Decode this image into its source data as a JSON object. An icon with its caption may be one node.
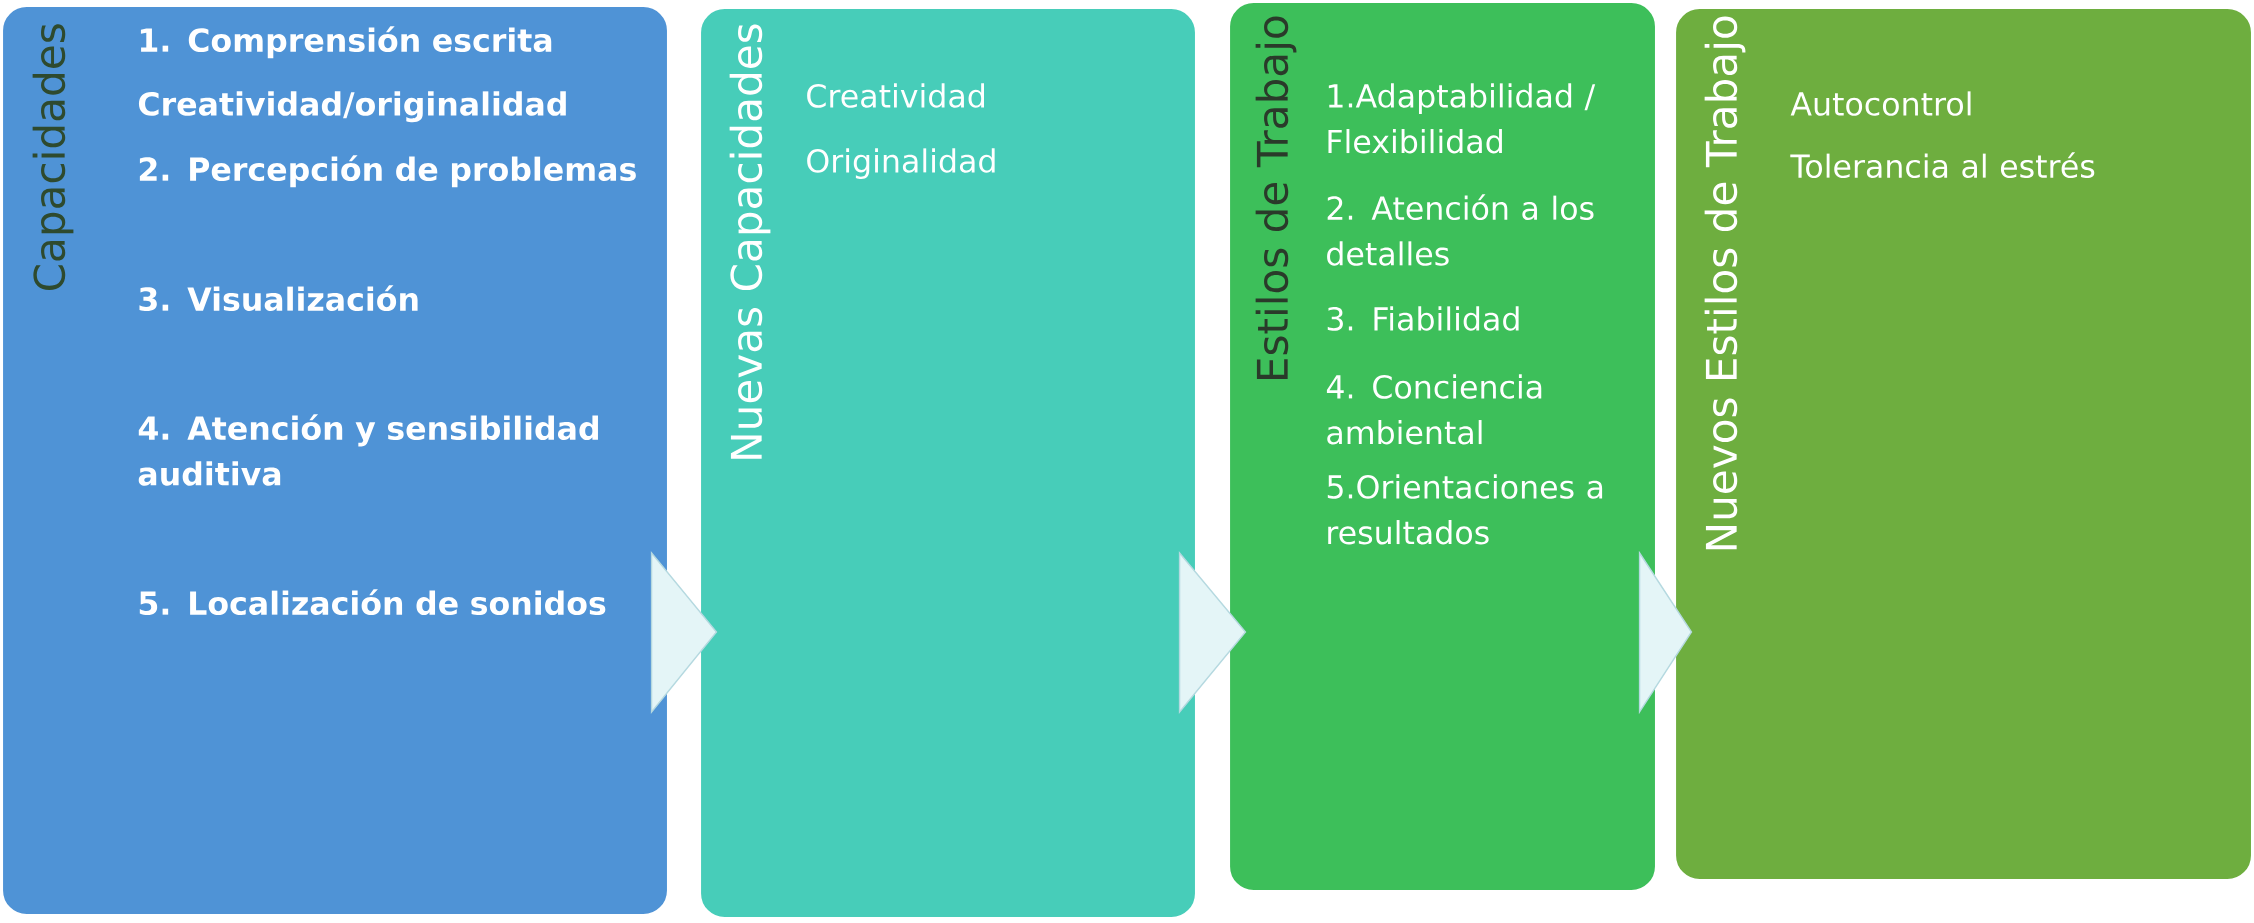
{
  "diagram": {
    "nodes": [
      {
        "text": [
          "Capacidades",
          "1. Comprensión escrita",
          "Creatividad/originalidad",
          "2. Percepción de problemas",
          "3. Visualización",
          "4. Atención y sensibilidad auditiva",
          "5. Localización de sonidos"
        ]
      },
      {
        "text": [
          "Nuevas Capacidades",
          "Creatividad",
          "Originalidad"
        ]
      },
      {
        "text": [
          "Estilos de Trabajo",
          "1.Adaptabilidad / Flexibilidad",
          "2. Atención a los detalles",
          "3. Fiabilidad",
          "4. Conciencia ambiental",
          "5.Orientaciones a resultados"
        ]
      },
      {
        "text": [
          "Nuevos Estilos de Trabajo",
          "Autocontrol",
          "Tolerancia al estrés"
        ]
      }
    ],
    "edges": [
      {
        "from": 0,
        "to": 1,
        "arrow": "to"
      },
      {
        "from": 1,
        "to": 2,
        "arrow": "to"
      },
      {
        "from": 2,
        "to": 3,
        "arrow": "to"
      }
    ]
  }
}
